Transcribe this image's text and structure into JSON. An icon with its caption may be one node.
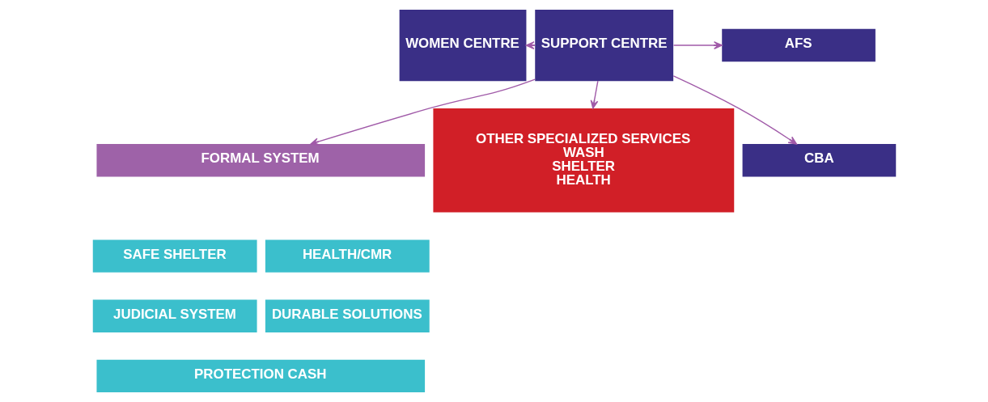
{
  "diagram": {
    "nodes": [
      {
        "text": [
          "WOMEN CENTRE"
        ]
      },
      {
        "text": [
          "SUPPORT CENTRE"
        ]
      },
      {
        "text": [
          "AFS"
        ]
      },
      {
        "text": [
          "CBA"
        ]
      },
      {
        "text": [
          "FORMAL SYSTEM"
        ]
      },
      {
        "text": [
          "SAFE SHELTER"
        ]
      },
      {
        "text": [
          "HEALTH/CMR"
        ]
      },
      {
        "text": [
          "JUDICIAL SYSTEM"
        ]
      },
      {
        "text": [
          "DURABLE SOLUTIONS"
        ]
      },
      {
        "text": [
          "PROTECTION CASH"
        ]
      },
      {
        "text": [
          "OTHER SPECIALIZED SERVICES",
          "WASH",
          "SHELTER",
          "HEALTH"
        ]
      }
    ],
    "edges": [
      {
        "from": 1,
        "to": 0,
        "arrow": "to"
      },
      {
        "from": 1,
        "to": 2,
        "arrow": "to"
      },
      {
        "from": 1,
        "to": 3,
        "arrow": "to"
      },
      {
        "from": 1,
        "to": 4,
        "arrow": "to"
      },
      {
        "from": 1,
        "to": 10,
        "arrow": "to"
      }
    ]
  }
}
